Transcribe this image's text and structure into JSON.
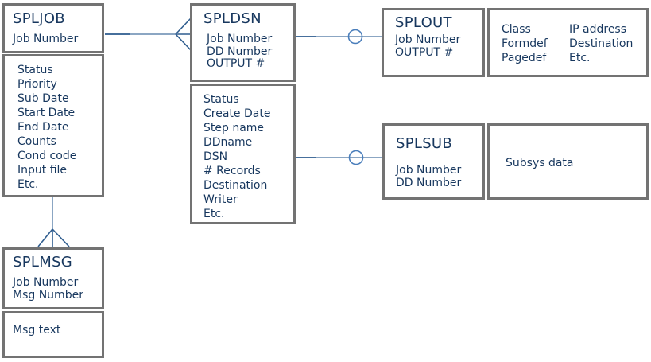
{
  "entities": {
    "spljob": {
      "name": "SPLJOB",
      "keys": [
        "Job Number"
      ],
      "attributes": [
        "Status",
        "Priority",
        "Sub Date",
        "Start Date",
        "End Date",
        "Counts",
        "Cond code",
        "Input file",
        "Etc."
      ]
    },
    "spldsn": {
      "name": "SPLDSN",
      "keys": [
        "Job Number",
        "DD Number",
        "OUTPUT #"
      ],
      "attributes": [
        "Status",
        "Create Date",
        "Step name",
        "DDname",
        "DSN",
        "# Records",
        "Destination",
        "Writer",
        "Etc."
      ]
    },
    "splout": {
      "name": "SPLOUT",
      "keys": [
        "Job Number",
        "OUTPUT #"
      ],
      "attributes_columns": [
        [
          "Class",
          "Formdef",
          "Pagedef"
        ],
        [
          "IP address",
          "Destination",
          "Etc."
        ]
      ]
    },
    "splsub": {
      "name": "SPLSUB",
      "keys": [
        "Job Number",
        "DD Number"
      ],
      "attributes": [
        "Subsys data"
      ]
    },
    "splmsg": {
      "name": "SPLMSG",
      "keys": [
        "Job Number",
        "Msg Number"
      ],
      "attributes": [
        "Msg text"
      ]
    }
  },
  "relationships": [
    {
      "from": "SPLJOB",
      "to": "SPLDSN",
      "marker": "crow-foot at SPLDSN"
    },
    {
      "from": "SPLDSN",
      "to": "SPLOUT",
      "marker": "circle near SPLOUT"
    },
    {
      "from": "SPLDSN",
      "to": "SPLSUB",
      "marker": "circle near SPLSUB"
    },
    {
      "from": "SPLJOB",
      "to": "SPLMSG",
      "marker": "crow-foot at SPLMSG"
    }
  ],
  "colors": {
    "text": "#17375e",
    "border": "#737373",
    "line": "#8ba6c3",
    "line_dark": "#2f5d8f",
    "circle": "#4a7ebb",
    "background": "#ffffff"
  }
}
